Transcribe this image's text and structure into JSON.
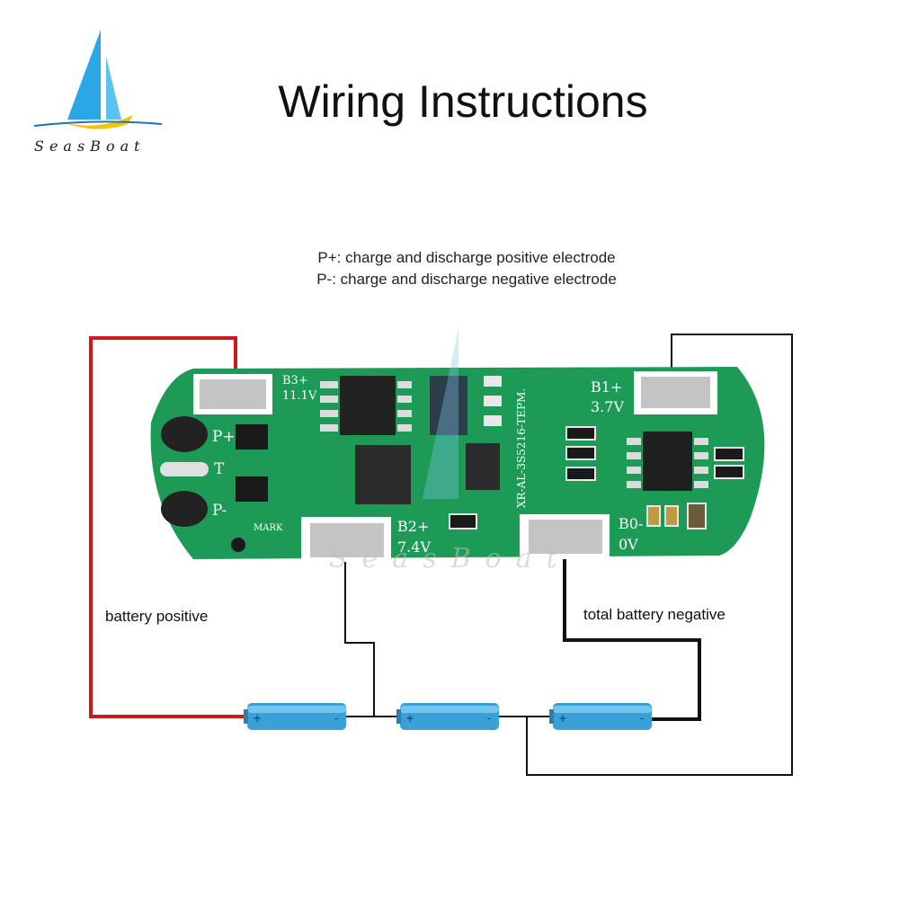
{
  "header": {
    "title": "Wiring Instructions",
    "brand": "SeasBoat"
  },
  "description": {
    "line1": "P+: charge and discharge positive electrode",
    "line2": "P-: charge and discharge negative electrode"
  },
  "labels": {
    "battery_positive": "battery positive",
    "total_battery_negative": "total battery negative"
  },
  "board": {
    "model": "XR-AL-3S5216-TEPM.",
    "pads": {
      "b3": "B3+",
      "b3_v": "11.1V",
      "b2": "B2+",
      "b2_v": "7.4V",
      "b1": "B1+",
      "b1_v": "3.7V",
      "b0": "B0-",
      "b0_v": "0V"
    },
    "pins": {
      "p_plus": "P+",
      "t": "T",
      "p_minus": "P-"
    },
    "mark": "MARK"
  },
  "battery": {
    "plus": "+",
    "minus": "-"
  },
  "watermark": "SeasBoat",
  "colors": {
    "board_green": "#1e9a57",
    "wire_red": "#cc1a1a",
    "wire_black": "#111111",
    "battery_blue": "#3aa0d8",
    "logo_blue": "#2aa8e6",
    "logo_yellow": "#f5c400"
  }
}
